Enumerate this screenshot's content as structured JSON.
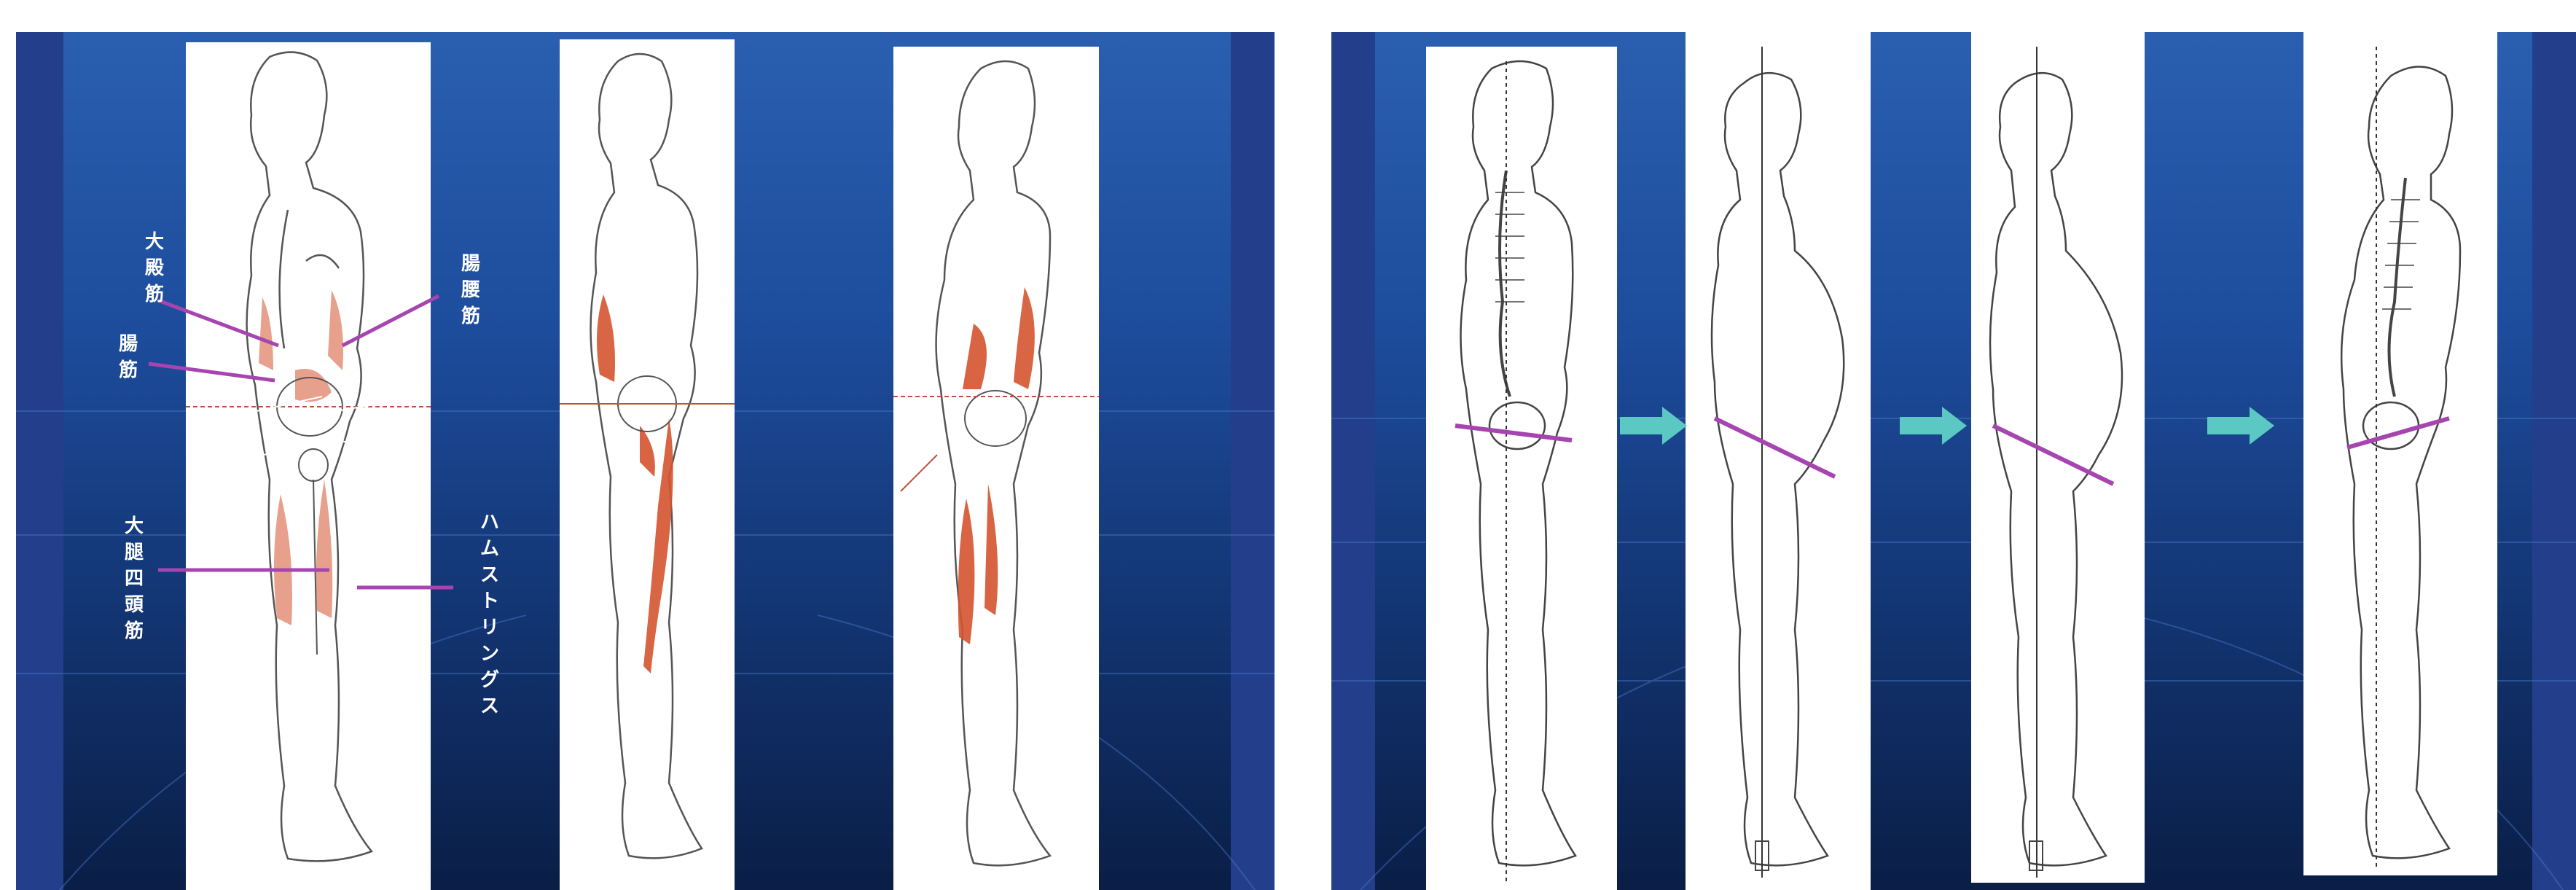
{
  "colors": {
    "background": "#1d4c9c",
    "edge_band": "#233f8c",
    "muscle": "#d4542f",
    "pelvis_line": "#a645b0",
    "arrow": "#5bc8c4"
  },
  "left_slide": {
    "labels": {
      "gluteus_maximus": "大\n殿\n筋",
      "gluteus_medius": "腸\n筋",
      "quadriceps": "大\n腿\n四\n頭\n筋",
      "iliopsoas": "腸\n腰\n筋",
      "hamstrings": "ハ\nム\nス\nト\nリ\nン\nグ\nス"
    }
  },
  "right_slide": {
    "arrows": [
      "right-arrow",
      "right-arrow",
      "right-arrow"
    ]
  }
}
